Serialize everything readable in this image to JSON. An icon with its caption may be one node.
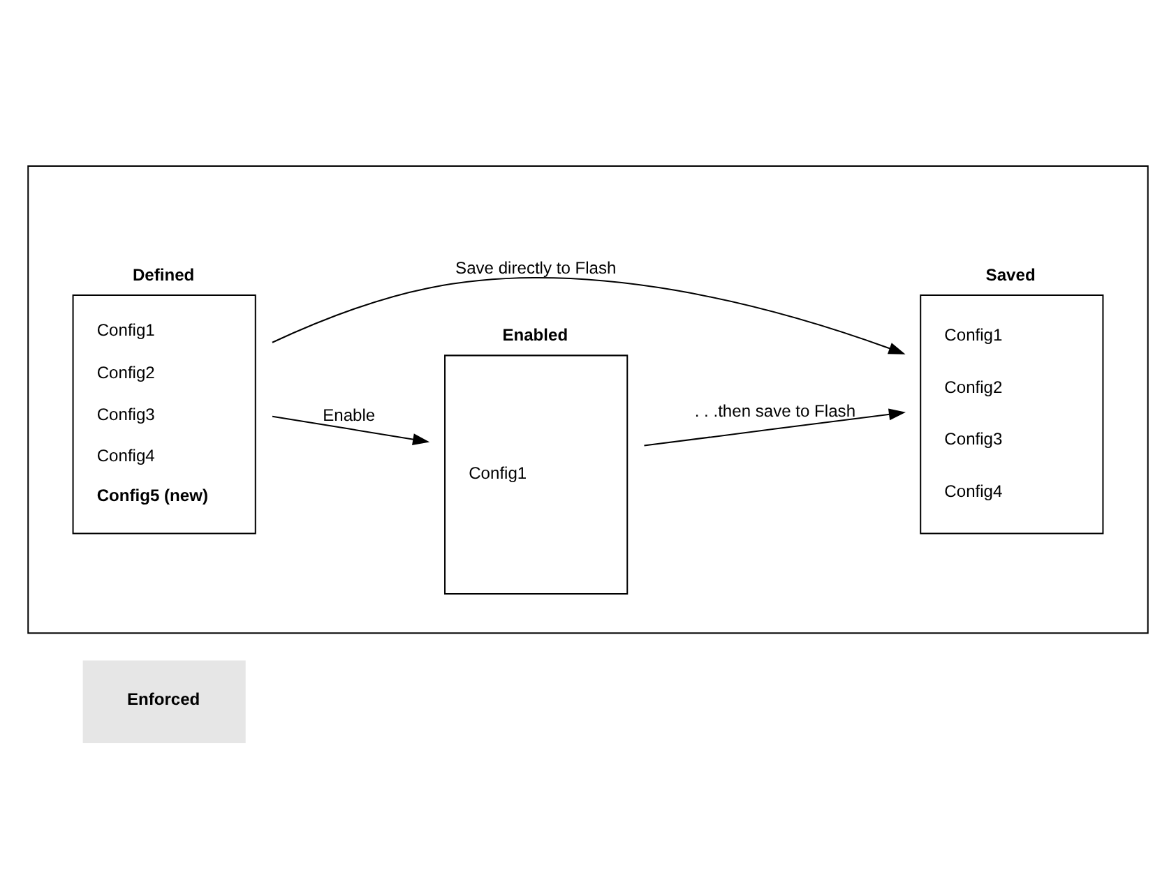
{
  "diagram": {
    "nodes": [
      {
        "text": [],
        "shape": "box"
      },
      {
        "text": [
          "Enforced"
        ]
      },
      {
        "text": [
          "Defined",
          "Config1",
          "Config2",
          "Config3",
          "Config4",
          "Config5 (new)"
        ],
        "in": 0
      },
      {
        "text": [
          "Enabled",
          "Config1"
        ],
        "in": 0
      },
      {
        "text": [
          "Saved",
          "Config1",
          "Config2",
          "Config3",
          "Config4"
        ],
        "in": 0
      }
    ],
    "edges": [
      {
        "from": 2,
        "to": 3,
        "arrow": "to",
        "label": "Enable"
      },
      {
        "from": 3,
        "to": 4,
        "arrow": "to",
        "label": ". . .then save to Flash"
      },
      {
        "from": 2,
        "to": 4,
        "arrow": "to",
        "label": "Save directly to Flash"
      }
    ]
  }
}
